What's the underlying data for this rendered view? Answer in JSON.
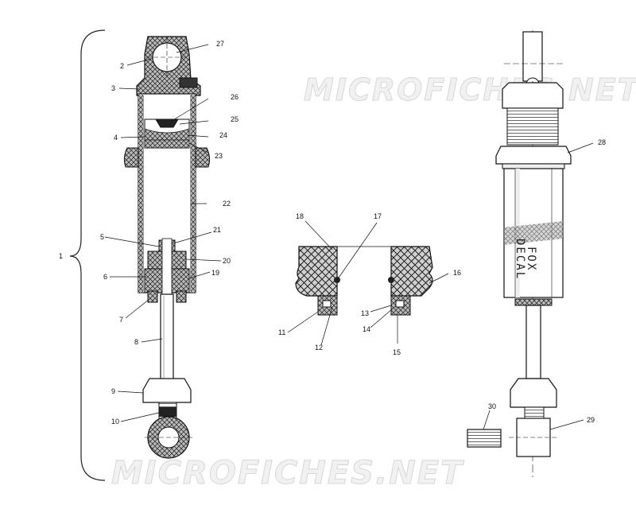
{
  "watermarks": [
    "MICROFICHES.NET",
    "MICROFICHES.NET"
  ],
  "decal": {
    "line1": "DECAL",
    "line2": "FOX"
  },
  "callouts": {
    "c1": "1",
    "c2": "2",
    "c3": "3",
    "c4": "4",
    "c5": "5",
    "c6": "6",
    "c7": "7",
    "c8": "8",
    "c9": "9",
    "c10": "10",
    "c11": "11",
    "c12": "12",
    "c13": "13",
    "c14": "14",
    "c15": "15",
    "c16": "16",
    "c17": "17",
    "c18": "18",
    "c19": "19",
    "c20": "20",
    "c21": "21",
    "c22": "22",
    "c23": "23",
    "c24": "24",
    "c25": "25",
    "c26": "26",
    "c27": "27",
    "c28": "28",
    "c29": "29",
    "c30": "30"
  }
}
